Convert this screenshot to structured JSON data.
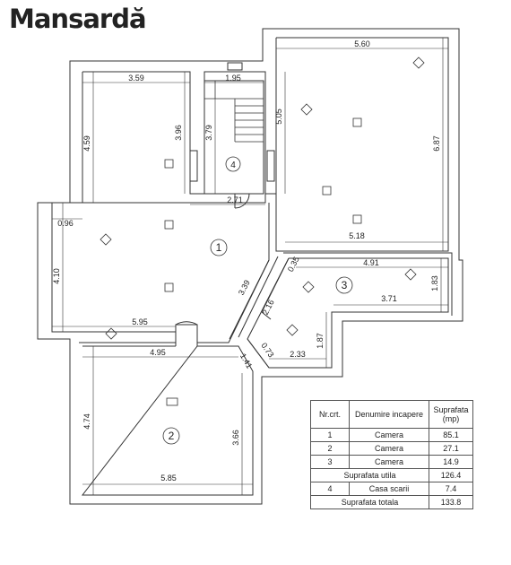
{
  "title": "Mansardă",
  "dimensions": {
    "room1_top": "3.59",
    "room1_left_upper": "4.59",
    "room1_inner_right": "3.96",
    "room1_notch": "0.96",
    "room1_left_lower": "4.10",
    "room1_bottom": "5.95",
    "stair_top": "1.95",
    "stair_side": "3.79",
    "stair_bottom": "2.71",
    "stair_right": "5.05",
    "ne_top": "5.60",
    "ne_right": "6.87",
    "ne_bottom": "5.18",
    "diag_a": "3.39",
    "diag_b": "2.16",
    "diag_c": "0.35",
    "room3_top": "4.91",
    "room3_right": "1.83",
    "room3_bottom": "3.71",
    "room3_left": "1.87",
    "diag_d": "0.73",
    "room3_small": "2.33",
    "room2_top": "4.95",
    "room2_diag": "1.41",
    "room2_left": "4.74",
    "room2_right": "3.66",
    "room2_bottom": "5.85"
  },
  "room_labels": [
    "1",
    "2",
    "3",
    "4"
  ],
  "table": {
    "headers": [
      "Nr.crt.",
      "Denumire incapere",
      "Suprafata (mp)"
    ],
    "rows": [
      [
        "1",
        "Camera",
        "85.1"
      ],
      [
        "2",
        "Camera",
        "27.1"
      ],
      [
        "3",
        "Camera",
        "14.9"
      ]
    ],
    "useful_label": "Suprafata utila",
    "useful_value": "126.4",
    "stair_row": [
      "4",
      "Casa scarii",
      "7.4"
    ],
    "total_label": "Suprafata totala",
    "total_value": "133.8"
  }
}
